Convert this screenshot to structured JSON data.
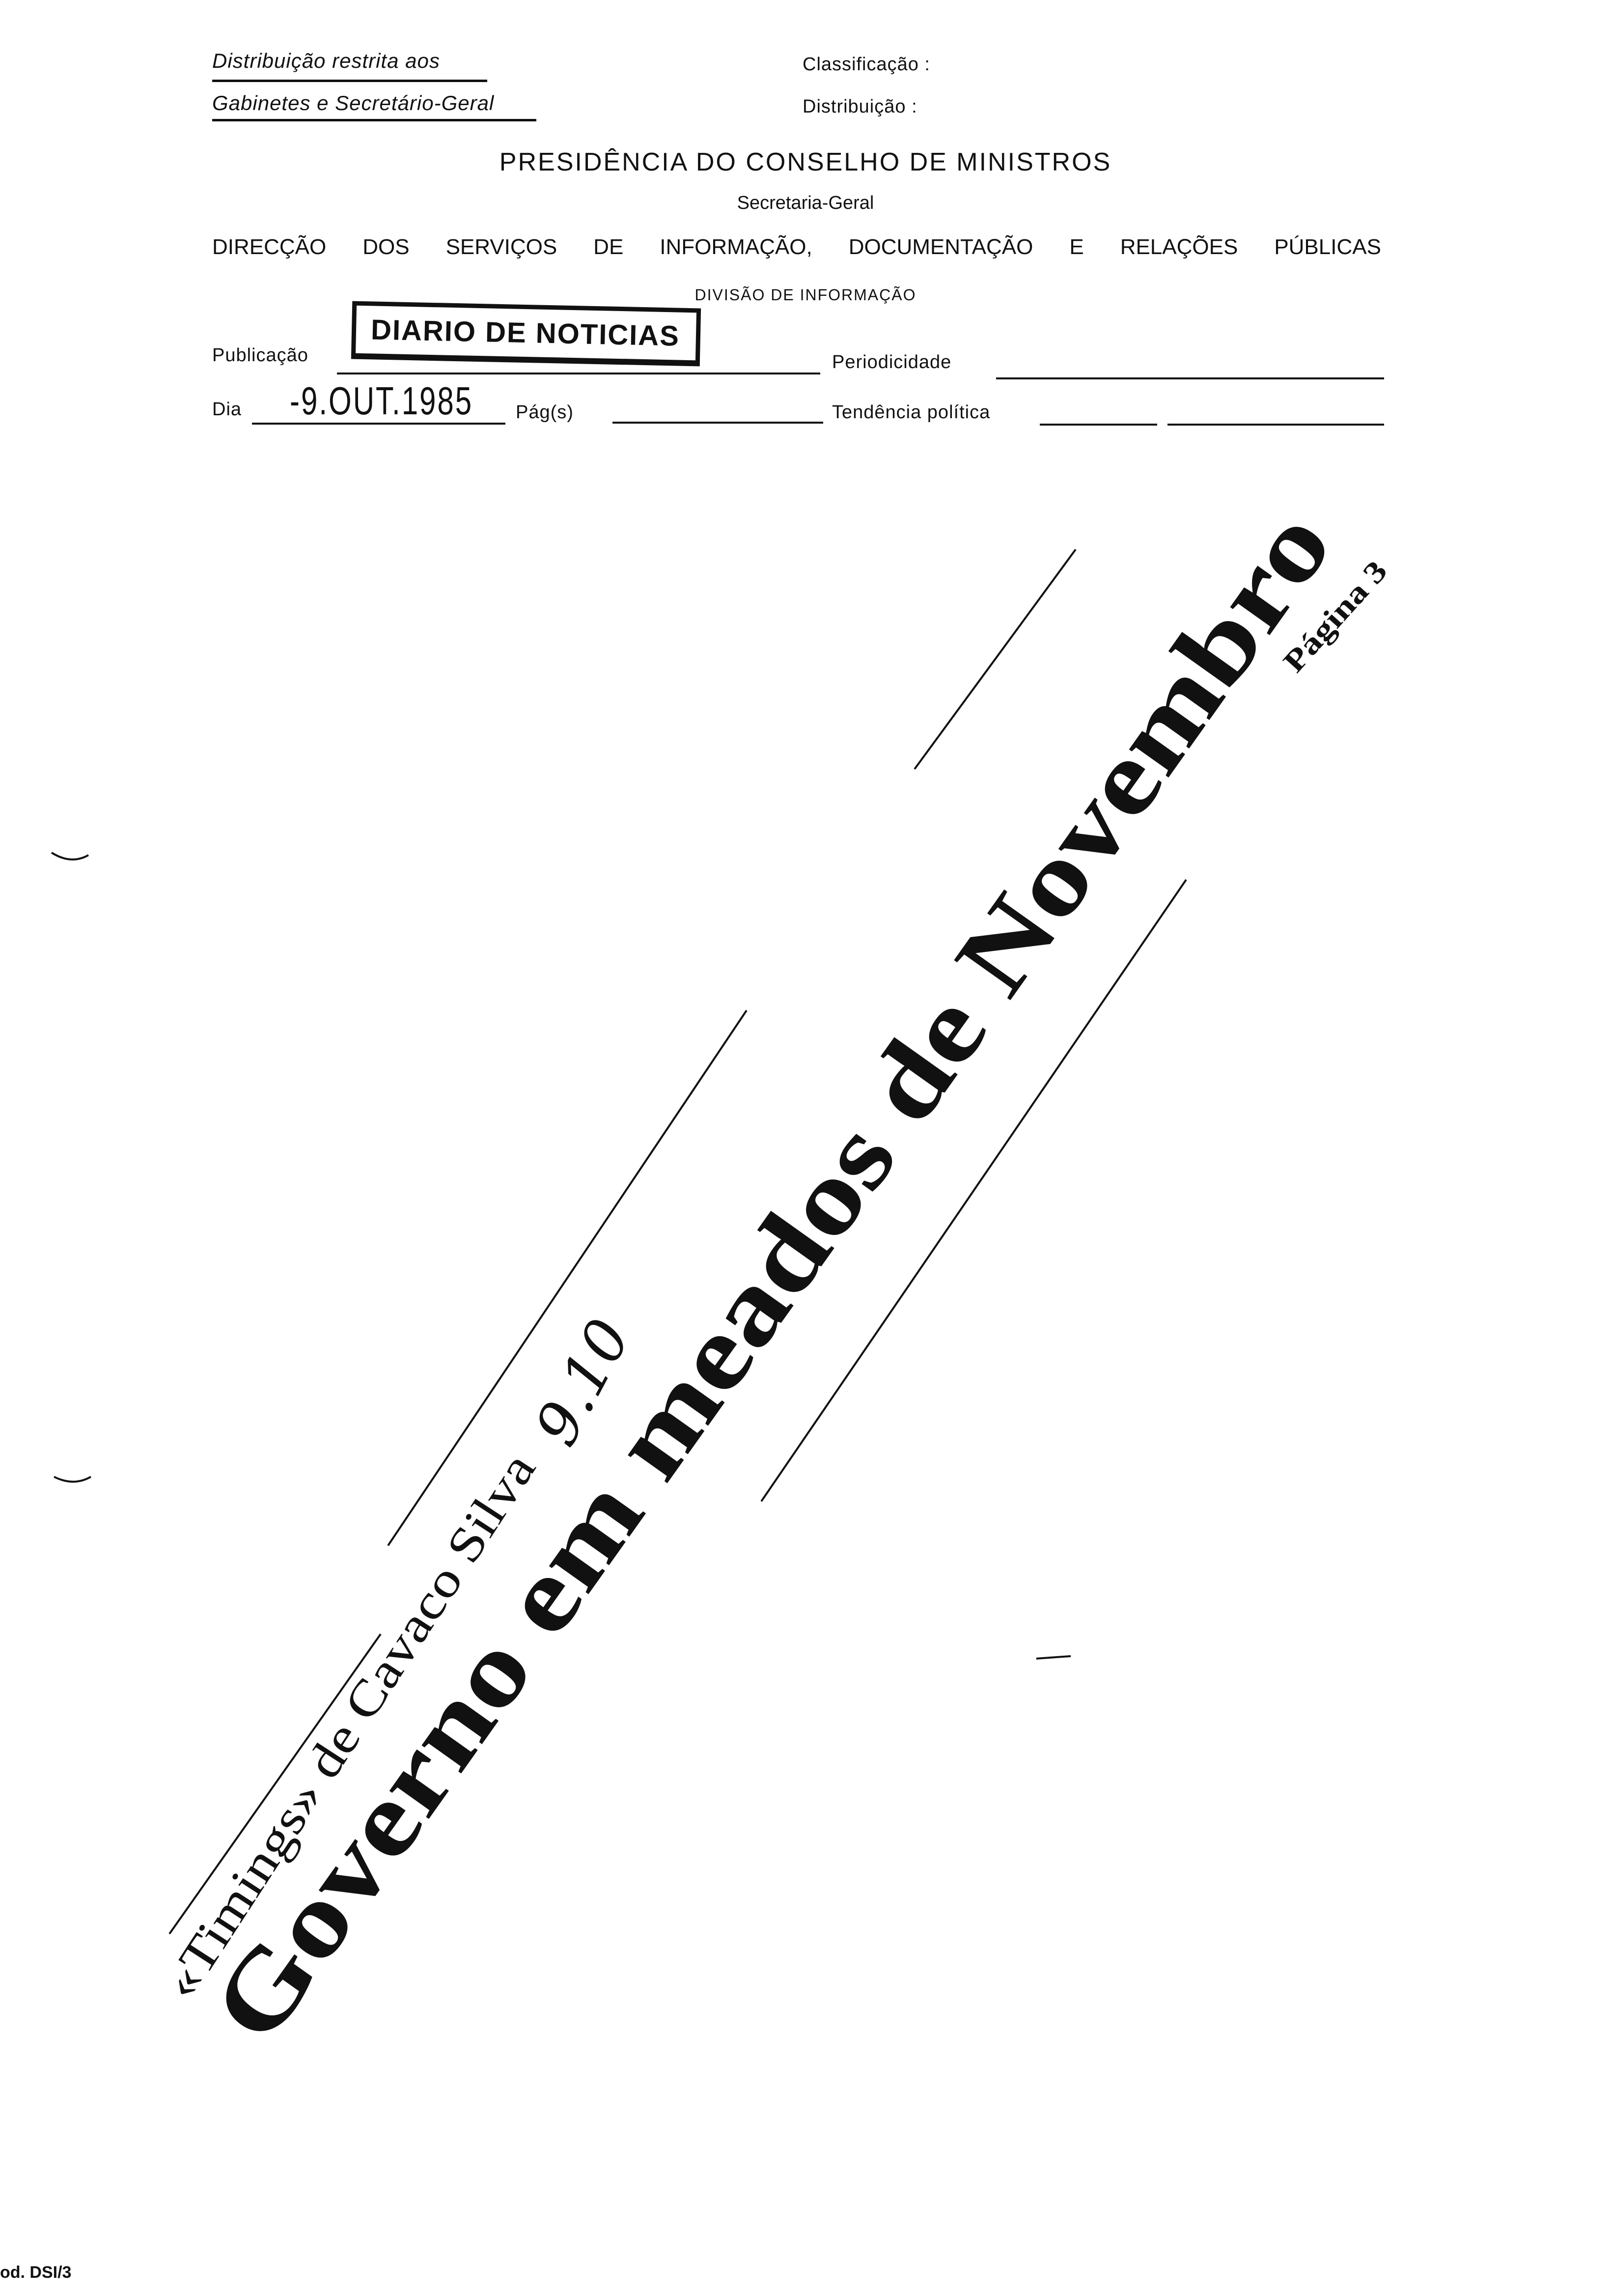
{
  "header": {
    "distribution_line1": "Distribuição restrita aos",
    "distribution_line2": "Gabinetes e Secretário-Geral",
    "classification_label": "Classificação :",
    "distribution_label": "Distribuição :",
    "title": "PRESIDÊNCIA DO CONSELHO DE MINISTROS",
    "subtitle": "Secretaria-Geral",
    "direction_words": [
      "DIRECÇÃO",
      "DOS",
      "SERVIÇOS",
      "DE",
      "INFORMAÇÃO,",
      "DOCUMENTAÇÃO",
      "E",
      "RELAÇÕES",
      "PÚBLICAS"
    ],
    "division": "DIVISÃO DE INFORMAÇÃO"
  },
  "form": {
    "publication_label": "Publicação",
    "publication_stamp": "DIARIO DE NOTICIAS",
    "periodicity_label": "Periodicidade",
    "day_label": "Dia",
    "day_value": "-9.OUT.1985",
    "pages_label": "Pág(s)",
    "political_tendency_label": "Tendência política"
  },
  "clipping": {
    "kicker": "«Timings» de Cavaco Silva",
    "headline": "Governo em meados de Novembro",
    "page_ref": "Página 3",
    "handwritten_note": "9.10"
  },
  "footer": {
    "form_code": "od. DSI/3"
  }
}
